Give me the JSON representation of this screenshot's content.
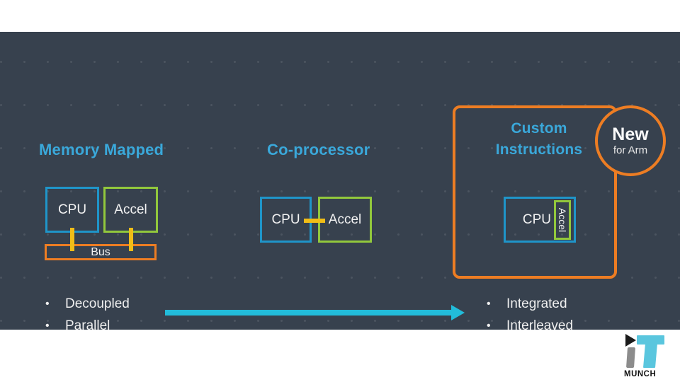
{
  "diagram": {
    "memory_mapped": {
      "title": "Memory Mapped",
      "cpu_label": "CPU",
      "accel_label": "Accel",
      "bus_label": "Bus",
      "bullets": [
        "Decoupled",
        "Parallel"
      ]
    },
    "co_processor": {
      "title": "Co-processor",
      "cpu_label": "CPU",
      "accel_label": "Accel"
    },
    "custom_instructions": {
      "title": "Custom Instructions",
      "cpu_label": "CPU",
      "accel_label": "Accel",
      "badge": {
        "line1": "New",
        "line2": "for Arm"
      },
      "bullets": [
        "Integrated",
        "Interleaved"
      ]
    },
    "bullet_char": "•"
  },
  "logo": {
    "wordmark": "MUNCH"
  },
  "colors": {
    "panel_background": "#37414E",
    "heading_cyan": "#3AA8DA",
    "cpu_border_blue": "#1F95C9",
    "accel_border_green": "#92C83C",
    "orange": "#ED7D23",
    "connector_yellow": "#F0BD17",
    "arrow_cyan": "#22BCDA",
    "text_white": "#F2F2F2",
    "logo_cyan": "#5AC6DE",
    "logo_gray": "#8C8C8C",
    "logo_black": "#1B1B1B"
  }
}
